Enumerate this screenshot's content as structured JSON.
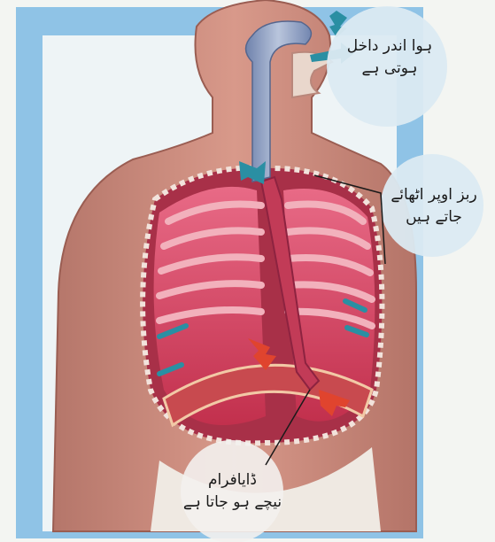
{
  "colors": {
    "frame_blue": "#8fc3e6",
    "skin": "#c98a7a",
    "lung": "#d9435f",
    "ribs": "#f0a8b4",
    "airway": "#8e9fc4",
    "arrow_teal": "#2a8fa3",
    "arrow_red": "#e0442e",
    "bubble": "#dbeaf2"
  },
  "labels": {
    "air_in": {
      "line1": "ہوا اندر داخل",
      "line2": "ہوتی ہے"
    },
    "ribs_up": {
      "line1": "ربز اوپر اٹھائے",
      "line2": "جاتے ہیں"
    },
    "diaphragm": {
      "line1": "ڈایافرام",
      "line2": "نیچے ہو جاتا ہے"
    }
  },
  "icons": [
    "air-inflow-arrow",
    "expansion-arrow",
    "diaphragm-down-arrow"
  ]
}
